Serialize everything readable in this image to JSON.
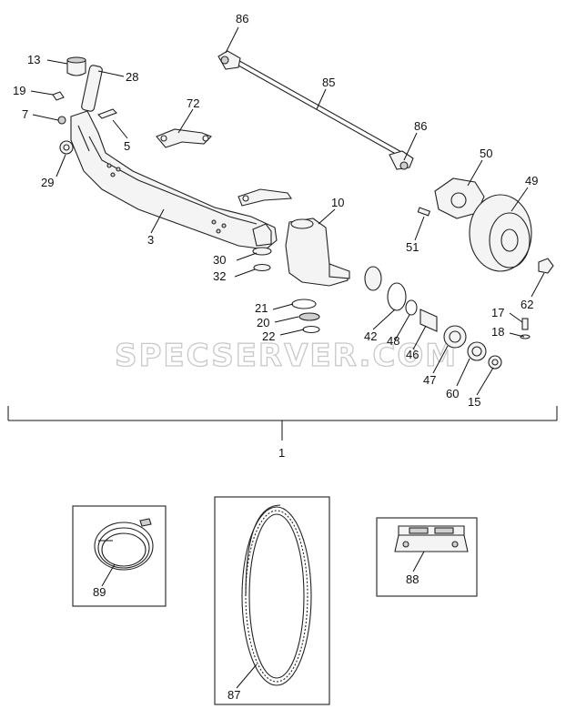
{
  "watermark": "SPECSERVER.COM",
  "callouts": [
    {
      "id": "c86a",
      "text": "86"
    },
    {
      "id": "c13",
      "text": "13"
    },
    {
      "id": "c28",
      "text": "28"
    },
    {
      "id": "c19",
      "text": "19"
    },
    {
      "id": "c7",
      "text": "7"
    },
    {
      "id": "c72",
      "text": "72"
    },
    {
      "id": "c85",
      "text": "85"
    },
    {
      "id": "c5",
      "text": "5"
    },
    {
      "id": "c29",
      "text": "29"
    },
    {
      "id": "c86b",
      "text": "86"
    },
    {
      "id": "c50",
      "text": "50"
    },
    {
      "id": "c49",
      "text": "49"
    },
    {
      "id": "c10",
      "text": "10"
    },
    {
      "id": "c3",
      "text": "3"
    },
    {
      "id": "c51",
      "text": "51"
    },
    {
      "id": "c30",
      "text": "30"
    },
    {
      "id": "c32",
      "text": "32"
    },
    {
      "id": "c62",
      "text": "62"
    },
    {
      "id": "c21",
      "text": "21"
    },
    {
      "id": "c20",
      "text": "20"
    },
    {
      "id": "c17",
      "text": "17"
    },
    {
      "id": "c22",
      "text": "22"
    },
    {
      "id": "c42",
      "text": "42"
    },
    {
      "id": "c48",
      "text": "48"
    },
    {
      "id": "c18",
      "text": "18"
    },
    {
      "id": "c46",
      "text": "46"
    },
    {
      "id": "c47",
      "text": "47"
    },
    {
      "id": "c60",
      "text": "60"
    },
    {
      "id": "c15",
      "text": "15"
    },
    {
      "id": "c1",
      "text": "1"
    },
    {
      "id": "c89",
      "text": "89"
    },
    {
      "id": "c87",
      "text": "87"
    },
    {
      "id": "c88",
      "text": "88"
    }
  ]
}
